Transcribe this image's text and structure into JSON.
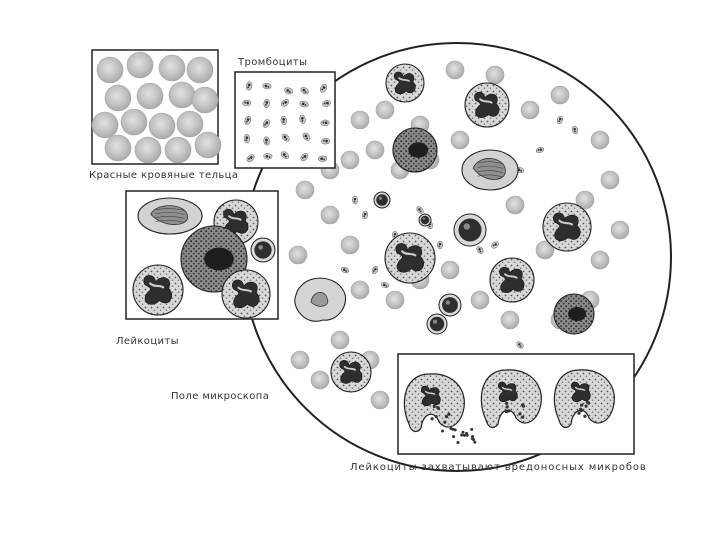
{
  "labels": {
    "platelets": "Тромбоциты",
    "red_cells": "Красные кровяные тельца",
    "leukocytes": "Лейкоциты",
    "field": "Поле микроскопа",
    "phagocytosis": "Лейкоциты захватывают вредоносных микробов"
  },
  "colors": {
    "red_cell": "#bdbdbd",
    "red_cell_rim": "#a3a3a3",
    "cytoplasm": "#d9d9d9",
    "nucleus": "#2e2e2e",
    "outline": "#222222"
  }
}
